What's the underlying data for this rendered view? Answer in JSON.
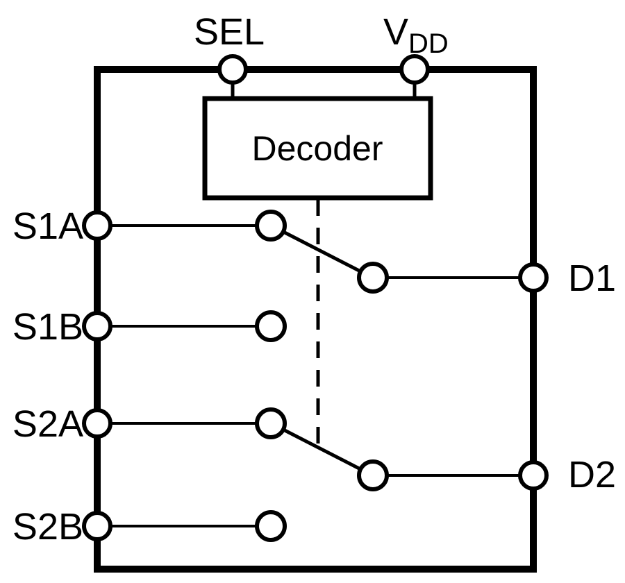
{
  "labels": {
    "sel": "SEL",
    "vdd_main": "V",
    "vdd_sub": "DD",
    "decoder": "Decoder",
    "s1a": "S1A",
    "s1b": "S1B",
    "s2a": "S2A",
    "s2b": "S2B",
    "d1": "D1",
    "d2": "D2"
  },
  "colors": {
    "line": "#000000",
    "background": "#ffffff"
  }
}
